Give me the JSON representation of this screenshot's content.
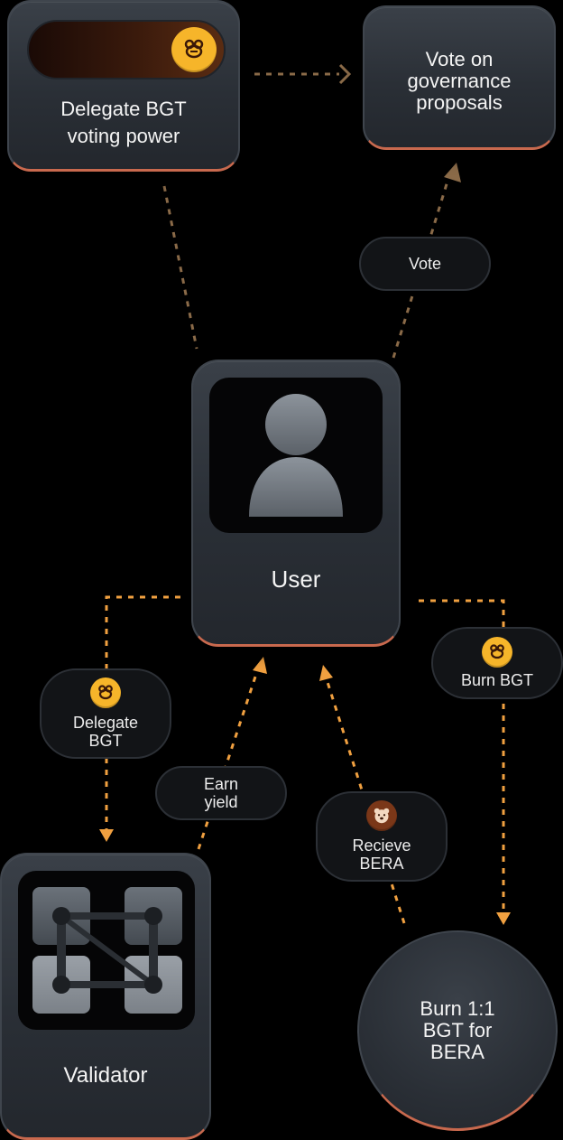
{
  "nodes": {
    "delegate_power": "Delegate BGT voting power",
    "vote_proposals": "Vote on governance proposals",
    "user": "User",
    "validator": "Validator",
    "burn": "Burn 1:1 BGT for BERA"
  },
  "edges": {
    "vote": "Vote",
    "delegate_bgt": "Delegate BGT",
    "earn_yield": "Earn yield",
    "recieve_bera": "Recieve BERA",
    "burn_bgt": "Burn BGT"
  },
  "icons": {
    "bgt_coin": "bee-coin-icon",
    "bera_coin": "bear-coin-icon",
    "user": "user-silhouette-icon",
    "validator": "validator-grid-icon"
  },
  "colors": {
    "accent": "#c8694e",
    "arrow": "#f0a040",
    "arrow_muted": "#8a6a48",
    "coin": "#f6b52a"
  }
}
